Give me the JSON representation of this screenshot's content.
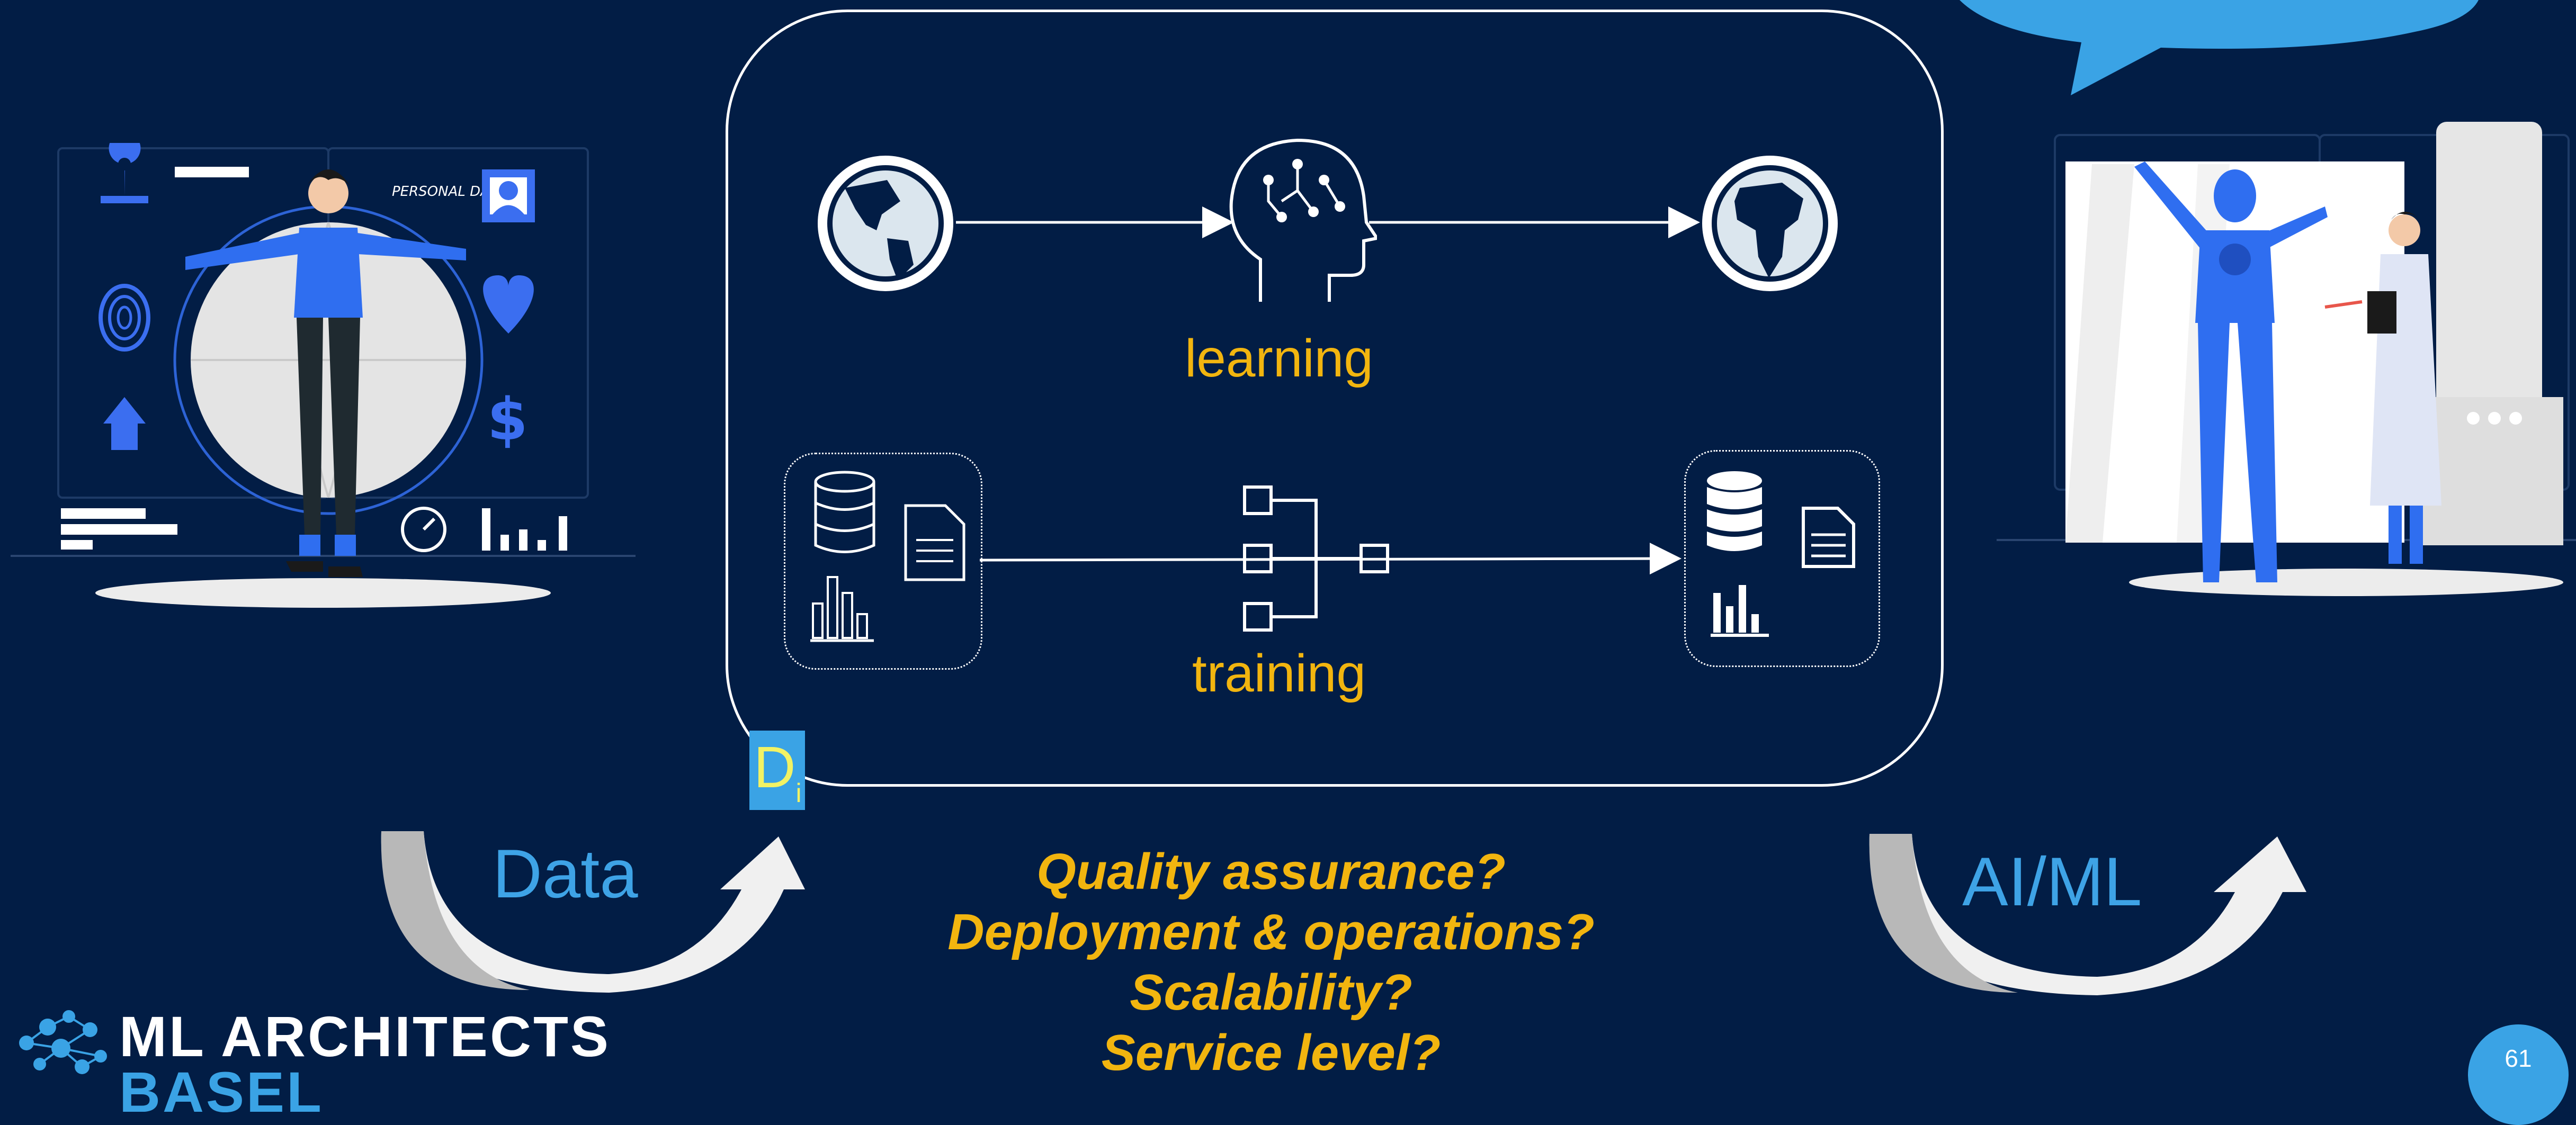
{
  "diagram": {
    "stage_top_label": "learning",
    "stage_bottom_label": "training",
    "badge": {
      "letter": "D",
      "subscript": "i"
    },
    "left_arrow_label": "Data",
    "right_arrow_label": "AI/ML",
    "illustration_text": {
      "personal_data": "PERSONAL DATA",
      "dollar": "$"
    },
    "questions": [
      "Quality assurance?",
      "Deployment & operations?",
      "Scalability?",
      "Service level?"
    ]
  },
  "footer": {
    "logo_line1": "ML ARCHITECTS",
    "logo_line2": "BASEL",
    "page_number": "61"
  },
  "colors": {
    "background": "#021d45",
    "accent_yellow": "#f2b50f",
    "accent_blue": "#3aa3e5",
    "line_white": "#ffffff"
  }
}
